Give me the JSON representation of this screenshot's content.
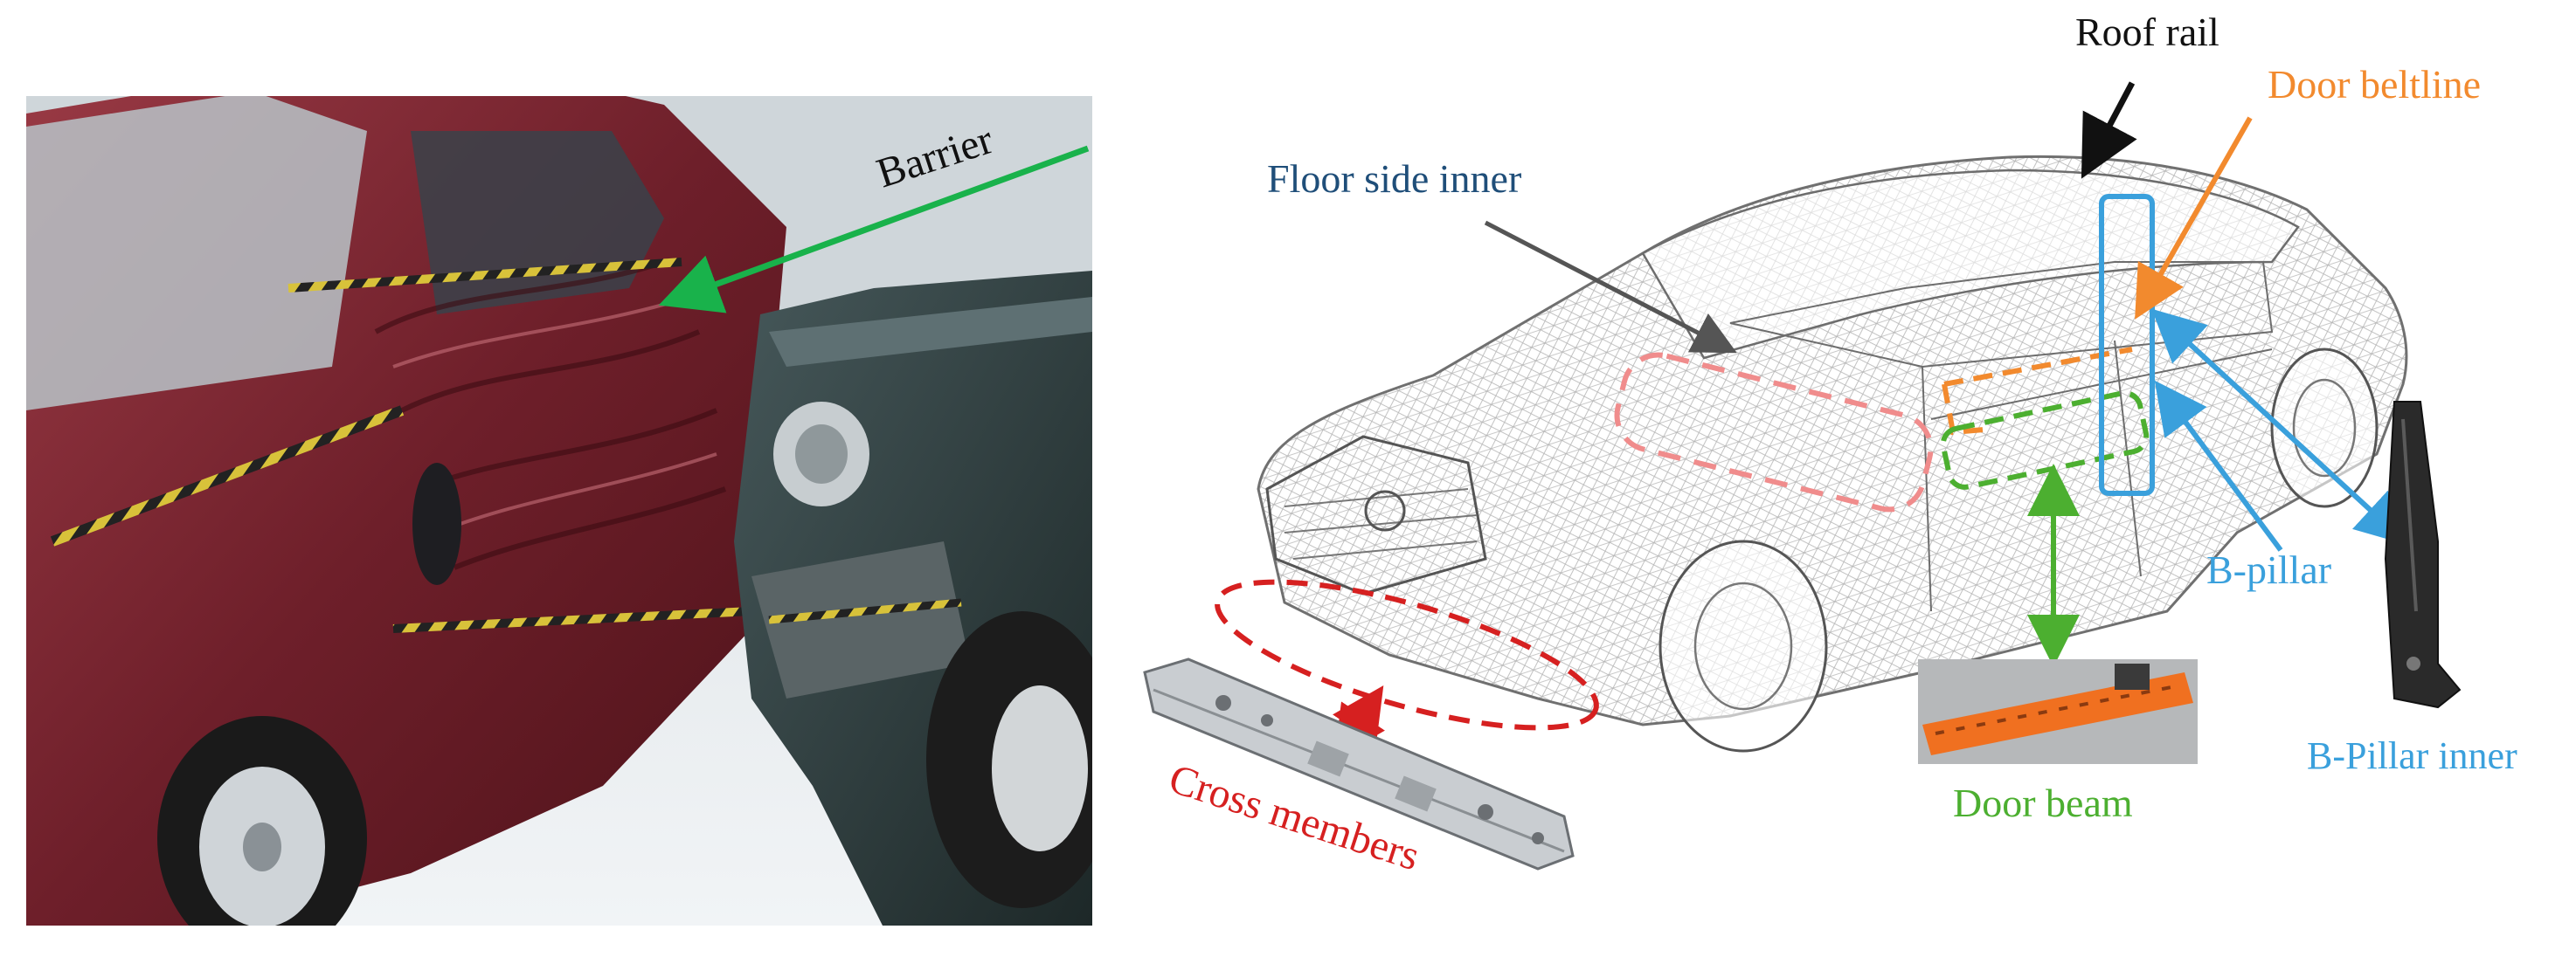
{
  "left_panel": {
    "barrier_label": "Barrier",
    "colors": {
      "arrow": "#19b24b",
      "car_body": "#7a2630",
      "suv_body": "#2b3a3a",
      "floor": "#e6ebee"
    }
  },
  "right_panel": {
    "labels": {
      "roof_rail": "Roof rail",
      "door_beltline": "Door beltline",
      "floor_side_inner": "Floor side inner",
      "b_pillar": "B-pillar",
      "b_pillar_inner": "B-Pillar inner",
      "door_beam": "Door beam",
      "cross_members": "Cross members"
    },
    "colors": {
      "roof_rail": "#111111",
      "door_beltline": "#f28a2e",
      "floor_side_inner": "#1f4e79",
      "b_pillar": "#3aa0dc",
      "door_beam": "#4caf30",
      "cross_members": "#d62020",
      "floor_highlight": "#f08c8c",
      "wireframe": "#9a9a9a"
    }
  }
}
